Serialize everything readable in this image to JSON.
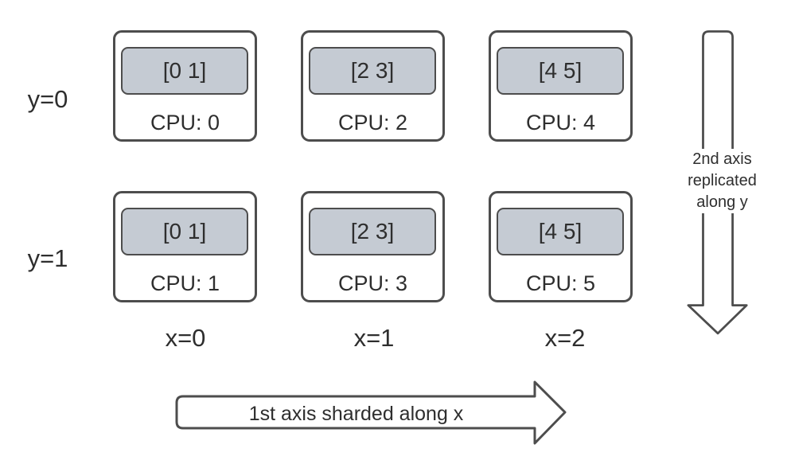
{
  "colors": {
    "stroke": "#4d4d4d",
    "shard_fill": "#c5cbd3",
    "text": "#2e2e2e",
    "background": "#ffffff"
  },
  "grid": {
    "rows": [
      {
        "label": "y=0",
        "devices": [
          {
            "data": "[0 1]",
            "cpu_label": "CPU: 0"
          },
          {
            "data": "[2 3]",
            "cpu_label": "CPU: 2"
          },
          {
            "data": "[4 5]",
            "cpu_label": "CPU: 4"
          }
        ]
      },
      {
        "label": "y=1",
        "devices": [
          {
            "data": "[0 1]",
            "cpu_label": "CPU: 1"
          },
          {
            "data": "[2 3]",
            "cpu_label": "CPU: 3"
          },
          {
            "data": "[4 5]",
            "cpu_label": "CPU: 5"
          }
        ]
      }
    ],
    "col_labels": [
      "x=0",
      "x=1",
      "x=2"
    ]
  },
  "annotations": {
    "y_axis_arrow": {
      "lines": [
        "2nd axis",
        "replicated",
        "along y"
      ]
    },
    "x_axis_arrow": {
      "label": "1st axis sharded along x"
    }
  }
}
